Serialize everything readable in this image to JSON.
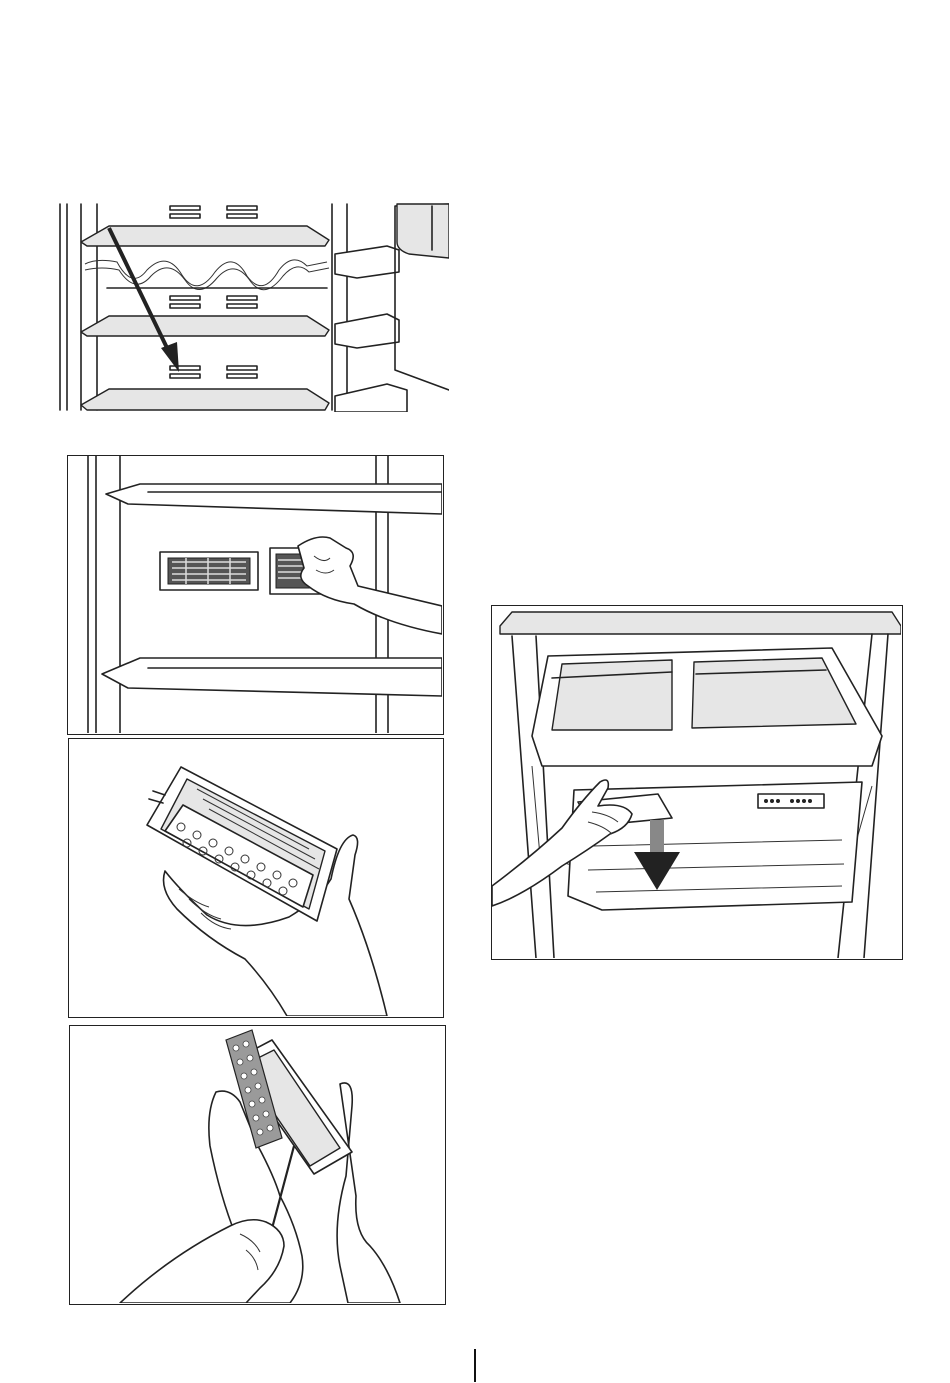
{
  "figures": [
    {
      "id": "fig-shelf-move",
      "icon": "shelf-repositioning-illustration"
    },
    {
      "id": "fig-filter-insert",
      "icon": "odour-filter-insert-illustration"
    },
    {
      "id": "fig-filter-open",
      "icon": "filter-cartridge-open-illustration"
    },
    {
      "id": "fig-filter-pry",
      "icon": "filter-cartridge-pry-illustration"
    },
    {
      "id": "fig-crisper-pull",
      "icon": "crisper-drawer-pull-illustration"
    }
  ],
  "colors": {
    "line": "#222222",
    "arrow": "#222222",
    "shade": "#e6e6e6",
    "background": "#ffffff"
  }
}
